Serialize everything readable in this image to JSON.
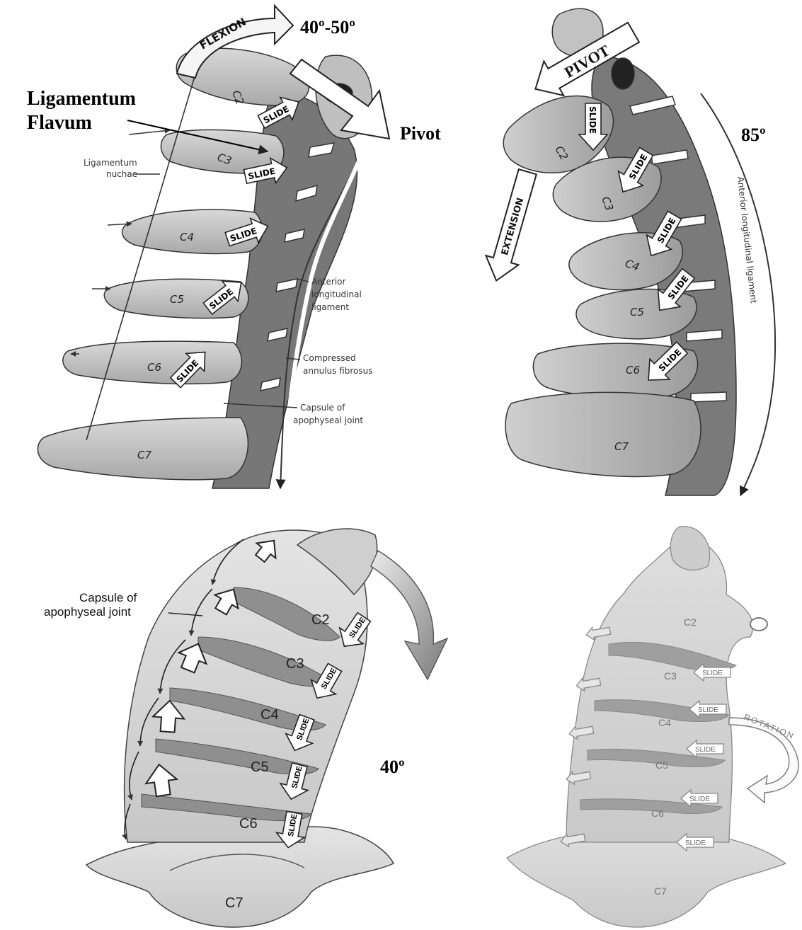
{
  "panel_flexion": {
    "angle": "40º-50º",
    "pivot_label": "Pivot",
    "ligamentum_flavum": [
      "Ligamentum",
      "Flavum"
    ],
    "motion_label": "FLEXION",
    "vertebrae": [
      "C2",
      "C3",
      "C4",
      "C5",
      "C6",
      "C7"
    ],
    "slide_label": "SLIDE",
    "ligamentum_nuchae": [
      "Ligamentum",
      "nuchae"
    ],
    "anterior_ligament": [
      "Anterior",
      "longitudinal",
      "ligament"
    ],
    "annulus": [
      "Compressed",
      "annulus fibrosus"
    ],
    "capsule": [
      "Capsule of",
      "apophyseal joint"
    ]
  },
  "panel_extension": {
    "angle": "85º",
    "pivot_label": "PIVOT",
    "motion_label": "EXTENSION",
    "vertebrae": [
      "C2",
      "C3",
      "C4",
      "C5",
      "C6",
      "C7"
    ],
    "slide_label": "SLIDE",
    "anterior_ligament": "Anterior longitudinal ligament"
  },
  "panel_lateral": {
    "angle": "40º",
    "capsule": [
      "Capsule of",
      "apophyseal joint"
    ],
    "vertebrae": [
      "C2",
      "C3",
      "C4",
      "C5",
      "C6",
      "C7"
    ],
    "slide_label": "SLIDE"
  },
  "panel_rotation": {
    "motion_label": "ROTATION",
    "vertebrae": [
      "C2",
      "C3",
      "C4",
      "C5",
      "C6",
      "C7"
    ],
    "slide_label": "SLIDE"
  }
}
